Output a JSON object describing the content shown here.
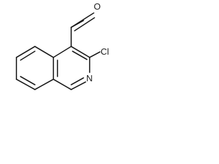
{
  "molecule": {
    "atoms": {
      "oxygen": "O",
      "chlorine": "Cl",
      "nitrogen": "N"
    },
    "colors": {
      "ink": "#1a1a1a",
      "background": "#ffffff"
    }
  }
}
